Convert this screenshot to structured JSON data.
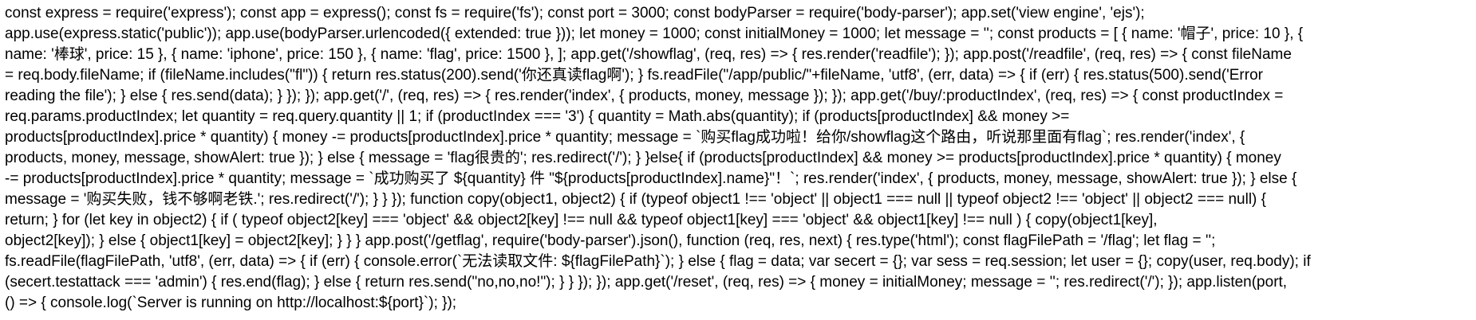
{
  "page": {
    "background_color": "#ffffff",
    "text_color": "#000000",
    "content_type": "plain-text-source-code",
    "language": "javascript"
  },
  "code": {
    "lines": [
      "const express = require('express'); const app = express(); const fs = require('fs'); const port = 3000; const bodyParser = require('body-parser'); app.set('view engine', 'ejs');",
      "app.use(express.static('public')); app.use(bodyParser.urlencoded({ extended: true })); let money = 1000; const initialMoney = 1000; let message = ''; const products = [ { name: '帽子', price: 10 }, {",
      "name: '棒球', price: 15 }, { name: 'iphone', price: 150 }, { name: 'flag', price: 1500 }, ]; app.get('/showflag', (req, res) => { res.render('readfile'); }); app.post('/readfile', (req, res) => { const fileName",
      "= req.body.fileName; if (fileName.includes(\"fl\")) { return res.status(200).send('你还真读flag啊'); } fs.readFile(\"/app/public/\"+fileName, 'utf8', (err, data) => { if (err) { res.status(500).send('Error",
      "reading the file'); } else { res.send(data); } }); }); app.get('/', (req, res) => { res.render('index', { products, money, message }); }); app.get('/buy/:productIndex', (req, res) => { const productIndex =",
      "req.params.productIndex; let quantity = req.query.quantity || 1; if (productIndex === '3') { quantity = Math.abs(quantity); if (products[productIndex] && money >=",
      "products[productIndex].price * quantity) { money -= products[productIndex].price * quantity; message = `购买flag成功啦！给你/showflag这个路由，听说那里面有flag`; res.render('index', {",
      "products, money, message, showAlert: true }); } else { message = 'flag很贵的'; res.redirect('/'); } }else{ if (products[productIndex] && money >= products[productIndex].price * quantity) { money",
      "-= products[productIndex].price * quantity; message = `成功购买了 ${quantity} 件 \"${products[productIndex].name}\"！`; res.render('index', { products, money, message, showAlert: true }); } else {",
      "message = '购买失败，钱不够啊老铁.'; res.redirect('/'); } } }); function copy(object1, object2) { if (typeof object1 !== 'object' || object1 === null || typeof object2 !== 'object' || object2 === null) {",
      "return; } for (let key in object2) { if ( typeof object2[key] === 'object' && object2[key] !== null && typeof object1[key] === 'object' && object1[key] !== null ) { copy(object1[key],",
      "object2[key]); } else { object1[key] = object2[key]; } } } app.post('/getflag', require('body-parser').json(), function (req, res, next) { res.type('html'); const flagFilePath = '/flag'; let flag = '';",
      "fs.readFile(flagFilePath, 'utf8', (err, data) => { if (err) { console.error(`无法读取文件: ${flagFilePath}`); } else { flag = data; var secert = {}; var sess = req.session; let user = {}; copy(user, req.body); if",
      "(secert.testattack === 'admin') { res.end(flag); } else { return res.send(\"no,no,no!\"); } } }); }); app.get('/reset', (req, res) => { money = initialMoney; message = ''; res.redirect('/'); }); app.listen(port,",
      "() => { console.log(`Server is running on http://localhost:${port}`); });"
    ]
  }
}
